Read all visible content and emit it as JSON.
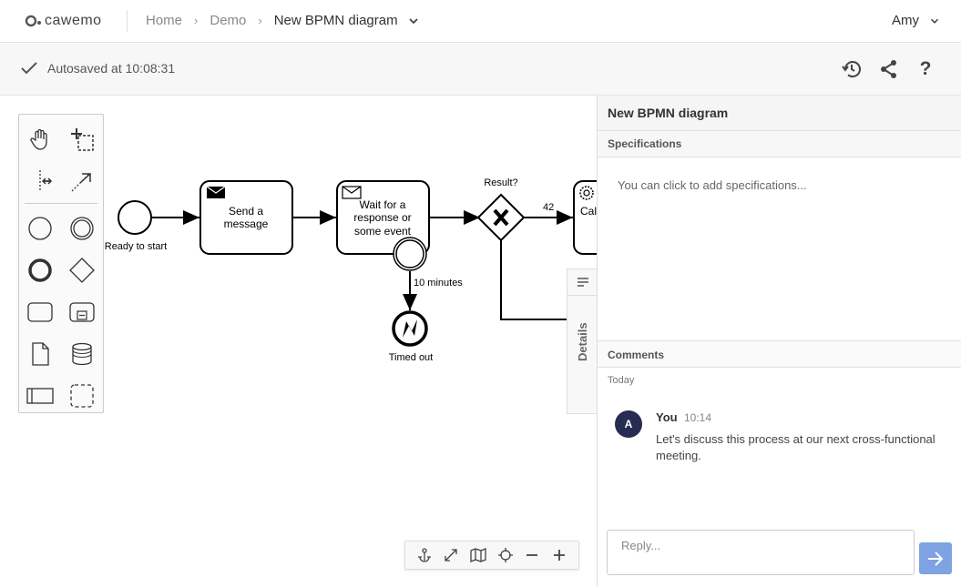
{
  "header": {
    "logo_text": "cawemo",
    "breadcrumbs": [
      {
        "label": "Home"
      },
      {
        "label": "Demo"
      },
      {
        "label": "New BPMN diagram"
      }
    ],
    "user_name": "Amy"
  },
  "toolbar": {
    "autosave_text": "Autosaved at 10:08:31",
    "icons": [
      "history-icon",
      "share-icon",
      "help-icon"
    ]
  },
  "diagram": {
    "start_event_label": "Ready to start",
    "send_task_label_1": "Send a",
    "send_task_label_2": "message",
    "receive_task_label_1": "Wait for a",
    "receive_task_label_2": "response or",
    "receive_task_label_3": "some event",
    "gateway_label": "Result?",
    "flow_label_42": "42",
    "service_task_label": "Cal",
    "timer_label": "10 minutes",
    "end_event_label": "Timed out"
  },
  "details_tab": {
    "label": "Details"
  },
  "panel": {
    "title": "New BPMN diagram",
    "specifications_header": "Specifications",
    "specifications_placeholder": "You can click to add specifications...",
    "comments_header": "Comments",
    "day_label": "Today",
    "comments": [
      {
        "avatar_initial": "A",
        "author": "You",
        "time": "10:14",
        "text": "Let's discuss this process at our next cross-functional meeting."
      }
    ],
    "reply_placeholder": "Reply..."
  },
  "colors": {
    "avatar_bg": "#262c52",
    "send_button": "#7da3e3"
  }
}
